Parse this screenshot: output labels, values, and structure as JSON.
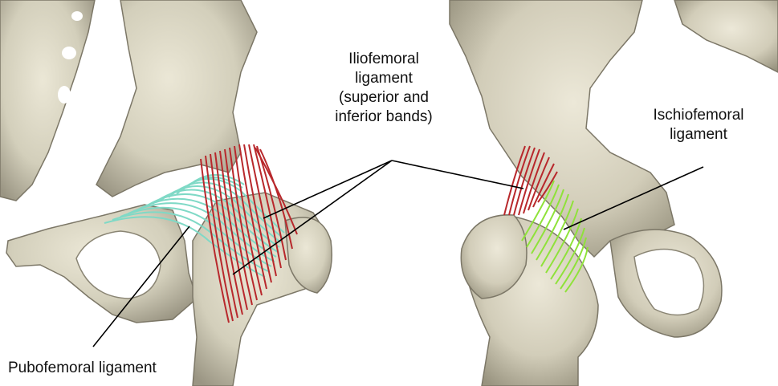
{
  "labels": {
    "iliofemoral": {
      "line1": "Iliofemoral",
      "line2": "ligament",
      "line3": "(superior and",
      "line4": "inferior bands)"
    },
    "ischiofemoral": {
      "line1": "Ischiofemoral",
      "line2": "ligament"
    },
    "pubofemoral": "Pubofemoral ligament"
  },
  "colors": {
    "bone": "#d6d2bf",
    "bone_shadow": "#8f8a78",
    "iliofemoral": "#b8282c",
    "ischiofemoral": "#8fe23a",
    "pubofemoral": "#7fd9c6",
    "leader": "#000000"
  },
  "icons": [
    "left-hip-bone-illustration",
    "right-hip-bone-illustration"
  ]
}
